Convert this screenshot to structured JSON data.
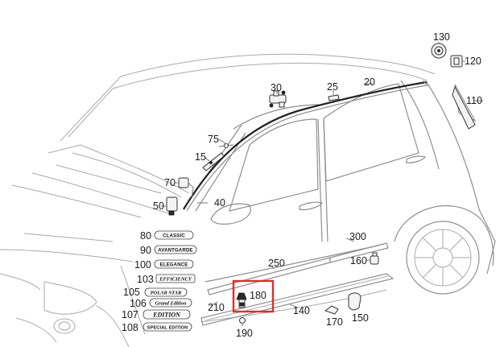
{
  "labels": {
    "p130": "130",
    "p120": "120",
    "p110": "110",
    "p30": "30",
    "p25": "25",
    "p20": "20",
    "p75": "75",
    "p15": "15",
    "p70": "70",
    "p50": "50",
    "p40": "40",
    "p80": "80",
    "p90": "90",
    "p100": "100",
    "p103": "103",
    "p105": "105",
    "p106": "106",
    "p107": "107",
    "p108": "108",
    "p300": "300",
    "p250": "250",
    "p160": "160",
    "p180": "180",
    "p210": "210",
    "p140": "140",
    "p170": "170",
    "p150": "150",
    "p190": "190"
  },
  "badges": {
    "b80": "CLASSIC",
    "b90": "AVANTGARDE",
    "b100": "ELEGANCE",
    "b103": "EFFICIENCY",
    "b105": "POLAR STAR",
    "b106": "Grand Edition",
    "b107": "EDITION",
    "b108": "SPECIAL EDITION"
  },
  "highlight": {
    "part": "180",
    "color": "#d8322c"
  }
}
